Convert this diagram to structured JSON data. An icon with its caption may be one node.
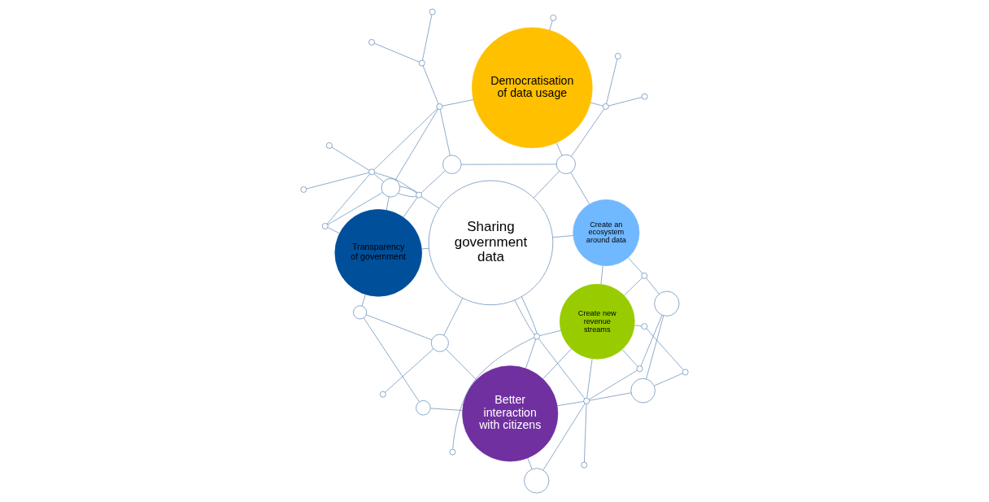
{
  "diagram": {
    "nodes": [
      {
        "text": [
          "Better interaction with citizens"
        ]
      },
      {
        "text": [
          "Transparency of government"
        ]
      },
      {
        "text": [
          "Sharing government data"
        ]
      },
      {
        "text": [
          "Create new revenue streams"
        ]
      },
      {
        "text": [
          "Democratisation of data usage"
        ]
      },
      {
        "text": [
          "Create an ecosystem around data"
        ]
      },
      {
        "text": [],
        "shape": "circle"
      },
      {
        "text": [],
        "shape": "circle"
      },
      {
        "text": [],
        "shape": "circle"
      },
      {
        "text": [],
        "shape": "circle"
      },
      {
        "text": [],
        "shape": "circle"
      },
      {
        "text": [],
        "shape": "circle"
      },
      {
        "text": [],
        "shape": "circle"
      },
      {
        "text": [],
        "shape": "circle"
      },
      {
        "text": [],
        "shape": "circle"
      },
      {
        "text": [],
        "shape": "circle"
      },
      {
        "text": [],
        "shape": "circle"
      },
      {
        "text": [],
        "shape": "circle"
      },
      {
        "text": [],
        "shape": "circle"
      },
      {
        "text": [],
        "shape": "circle"
      },
      {
        "text": [],
        "shape": "circle"
      },
      {
        "text": [],
        "shape": "circle"
      },
      {
        "text": [],
        "shape": "circle"
      },
      {
        "text": [],
        "shape": "circle"
      },
      {
        "text": [],
        "shape": "circle"
      },
      {
        "text": [],
        "shape": "circle"
      },
      {
        "text": [],
        "shape": "circle"
      },
      {
        "text": [],
        "shape": "circle"
      },
      {
        "text": [],
        "shape": "circle"
      },
      {
        "text": [],
        "shape": "circle"
      },
      {
        "text": [],
        "shape": "circle"
      },
      {
        "text": [],
        "shape": "circle"
      },
      {
        "text": [],
        "shape": "circle"
      },
      {
        "text": [],
        "shape": "circle"
      },
      {
        "text": [],
        "shape": "circle"
      },
      {
        "text": [],
        "shape": "circle"
      },
      {
        "text": [],
        "shape": "circle"
      }
    ],
    "edges": [
      {
        "from": 6,
        "to": 13,
        "arrow": "none"
      },
      {
        "from": 7,
        "to": 13,
        "arrow": "none"
      },
      {
        "from": 7,
        "to": 0,
        "arrow": "none"
      },
      {
        "from": 13,
        "to": 0,
        "arrow": "none"
      },
      {
        "from": 13,
        "to": 19,
        "arrow": "none"
      },
      {
        "from": 13,
        "to": 3,
        "arrow": "none"
      },
      {
        "from": 13,
        "to": 24,
        "arrow": "none"
      },
      {
        "from": 13,
        "to": 25,
        "arrow": "none"
      },
      {
        "from": 20,
        "to": 3,
        "arrow": "none"
      },
      {
        "from": 20,
        "to": 23,
        "arrow": "none"
      },
      {
        "from": 23,
        "to": 25,
        "arrow": "none"
      },
      {
        "from": 25,
        "to": 30,
        "arrow": "none"
      },
      {
        "from": 24,
        "to": 3,
        "arrow": "none"
      },
      {
        "from": 24,
        "to": 30,
        "arrow": "none"
      },
      {
        "from": 0,
        "to": 3,
        "arrow": "none"
      },
      {
        "from": 3,
        "to": 19,
        "arrow": "none"
      },
      {
        "from": 3,
        "to": 5,
        "arrow": "none"
      },
      {
        "from": 3,
        "to": 29,
        "arrow": "none"
      },
      {
        "from": 29,
        "to": 30,
        "arrow": "none"
      },
      {
        "from": 29,
        "to": 5,
        "arrow": "none"
      },
      {
        "from": 8,
        "to": 10,
        "arrow": "none"
      },
      {
        "from": 0,
        "to": 9,
        "arrow": "none"
      },
      {
        "from": 9,
        "to": 11,
        "arrow": "none"
      },
      {
        "from": 10,
        "to": 11,
        "arrow": "none"
      },
      {
        "from": 10,
        "to": 0,
        "arrow": "none"
      },
      {
        "from": 10,
        "to": 2,
        "arrow": "none"
      },
      {
        "from": 0,
        "to": 19,
        "arrow": "none"
      },
      {
        "from": 19,
        "to": 2,
        "arrow": "none"
      },
      {
        "from": 19,
        "to": 2,
        "arrow": "none"
      },
      {
        "from": 19,
        "to": 32,
        "arrow": "none"
      },
      {
        "from": 5,
        "to": 2,
        "arrow": "none"
      },
      {
        "from": 5,
        "to": 26,
        "arrow": "none"
      },
      {
        "from": 2,
        "to": 26,
        "arrow": "none"
      },
      {
        "from": 2,
        "to": 1,
        "arrow": "none"
      },
      {
        "from": 2,
        "to": 15,
        "arrow": "none"
      },
      {
        "from": 11,
        "to": 1,
        "arrow": "none"
      },
      {
        "from": 1,
        "to": 14,
        "arrow": "none"
      },
      {
        "from": 1,
        "to": 15,
        "arrow": "none"
      },
      {
        "from": 1,
        "to": 12,
        "arrow": "none"
      },
      {
        "from": 15,
        "to": 14,
        "arrow": "none"
      },
      {
        "from": 15,
        "to": 14,
        "arrow": "none"
      },
      {
        "from": 14,
        "to": 12,
        "arrow": "none"
      },
      {
        "from": 14,
        "to": 16,
        "arrow": "none"
      },
      {
        "from": 14,
        "to": 22,
        "arrow": "none"
      },
      {
        "from": 15,
        "to": 16,
        "arrow": "none"
      },
      {
        "from": 15,
        "to": 21,
        "arrow": "none"
      },
      {
        "from": 12,
        "to": 16,
        "arrow": "none"
      },
      {
        "from": 16,
        "to": 17,
        "arrow": "none"
      },
      {
        "from": 16,
        "to": 18,
        "arrow": "none"
      },
      {
        "from": 16,
        "to": 22,
        "arrow": "none"
      },
      {
        "from": 21,
        "to": 22,
        "arrow": "none"
      },
      {
        "from": 21,
        "to": 26,
        "arrow": "none"
      },
      {
        "from": 22,
        "to": 4,
        "arrow": "none"
      },
      {
        "from": 22,
        "to": 27,
        "arrow": "none"
      },
      {
        "from": 27,
        "to": 28,
        "arrow": "none"
      },
      {
        "from": 27,
        "to": 36,
        "arrow": "none"
      },
      {
        "from": 26,
        "to": 4,
        "arrow": "none"
      },
      {
        "from": 26,
        "to": 31,
        "arrow": "none"
      },
      {
        "from": 31,
        "to": 4,
        "arrow": "none"
      },
      {
        "from": 31,
        "to": 33,
        "arrow": "none"
      },
      {
        "from": 31,
        "to": 34,
        "arrow": "none"
      },
      {
        "from": 4,
        "to": 35,
        "arrow": "none"
      }
    ]
  }
}
